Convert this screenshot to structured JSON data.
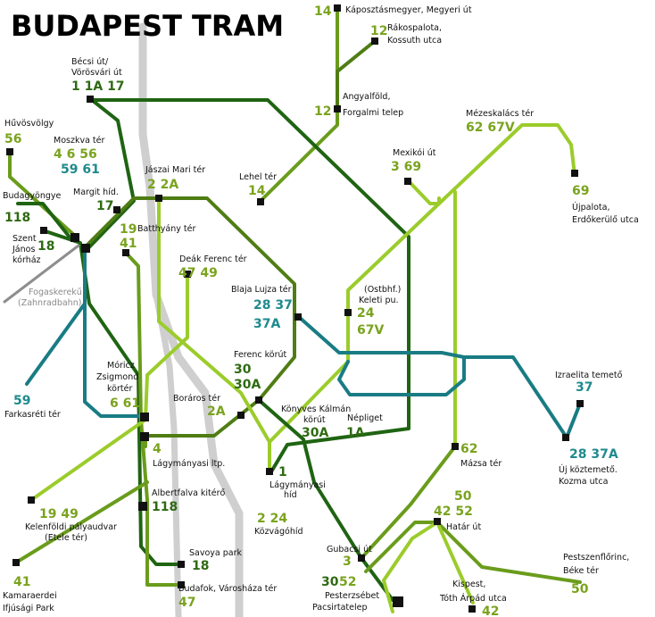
{
  "title": "BUDAPEST TRAM",
  "colors": {
    "light_green": "#9bcc2b",
    "mid_green": "#6a9c1c",
    "dark_green": "#1f6412",
    "olive": "#4f7d14",
    "teal": "#197c84",
    "grey_rail": "#c8c8c8",
    "grey_line": "#8e8e8e",
    "lines_lg_text": "#7aa31e",
    "lines_dg_text": "#2f6a12",
    "lines_teal_text": "#1f8a8e"
  },
  "stops": [
    {
      "id": "kaposztasmegyer",
      "name": [
        "Káposztásmegyer, Megyeri út"
      ],
      "lines": [
        {
          "t": "14",
          "c": "lg"
        }
      ]
    },
    {
      "id": "rakospalota",
      "name": [
        "Rákospalota,",
        "Kossuth utca"
      ],
      "lines": [
        {
          "t": "12",
          "c": "lg"
        }
      ]
    },
    {
      "id": "becsi",
      "name": [
        "Bécsi út/",
        "Vörösvári út"
      ],
      "lines": [
        {
          "t": "1 1A 17",
          "c": "dg"
        }
      ]
    },
    {
      "id": "angyalfold",
      "name": [
        "Angyalföld,",
        "Forgalmi telep"
      ],
      "lines": [
        {
          "t": "12",
          "c": "lg"
        }
      ]
    },
    {
      "id": "hidegkut",
      "name": [
        "Hűvösvölgy"
      ],
      "lines": [
        {
          "t": "56",
          "c": "lg"
        }
      ]
    },
    {
      "id": "moszkva",
      "name": [
        "Moszkva tér"
      ],
      "lines": [
        {
          "t": "4 6 56",
          "c": "lg"
        },
        {
          "t": "59 61",
          "c": "tl"
        }
      ]
    },
    {
      "id": "mezeskalacs",
      "name": [
        "Mézeskalács tér"
      ],
      "lines": [
        {
          "t": "62 67V",
          "c": "lg"
        }
      ]
    },
    {
      "id": "mexikoi",
      "name": [
        "Mexikói út"
      ],
      "lines": [
        {
          "t": "3 69",
          "c": "lg"
        }
      ]
    },
    {
      "id": "jaszai",
      "name": [
        "Jászai Mari tér"
      ],
      "lines": [
        {
          "t": "2 2A",
          "c": "lg"
        }
      ]
    },
    {
      "id": "lehel",
      "name": [
        "Lehel tér"
      ],
      "lines": [
        {
          "t": "14",
          "c": "lg"
        }
      ]
    },
    {
      "id": "margit",
      "name": [
        "Margit híd."
      ],
      "lines": [
        {
          "t": "17",
          "c": "dg"
        }
      ]
    },
    {
      "id": "ujpalota",
      "name": [
        "Újpalota,",
        "Erdőkerülő utca"
      ],
      "lines": [
        {
          "t": "69",
          "c": "lg"
        }
      ]
    },
    {
      "id": "budagyongye",
      "name": [
        "Budagyöngye"
      ],
      "lines": [
        {
          "t": "118",
          "c": "dg"
        }
      ]
    },
    {
      "id": "szentjanos",
      "name": [
        "Szent",
        "János",
        "kórház"
      ],
      "lines": [
        {
          "t": "18",
          "c": "dg"
        }
      ]
    },
    {
      "id": "batthyany",
      "name": [
        "Batthyány tér"
      ],
      "lines": [
        {
          "t": "19",
          "c": "lg"
        },
        {
          "t": "41",
          "c": "lg"
        }
      ]
    },
    {
      "id": "deak",
      "name": [
        "Deák Ferenc tér"
      ],
      "lines": [
        {
          "t": "47 49",
          "c": "lg"
        }
      ]
    },
    {
      "id": "fogaskereku",
      "name": [
        "Fogaskerekű",
        "(Zahnradbahn)"
      ],
      "lines": []
    },
    {
      "id": "blaha",
      "name": [
        "Blaja Lujza tér"
      ],
      "lines": [
        {
          "t": "28 37",
          "c": "tl"
        },
        {
          "t": "37A",
          "c": "tl"
        }
      ]
    },
    {
      "id": "keleti",
      "name": [
        "(Ostbhf.)",
        "Keleti pu."
      ],
      "lines": [
        {
          "t": "24",
          "c": "lg"
        },
        {
          "t": "67V",
          "c": "lg"
        }
      ]
    },
    {
      "id": "ferenc",
      "name": [
        "Ferenc körút"
      ],
      "lines": [
        {
          "t": "30",
          "c": "dg"
        },
        {
          "t": "30A",
          "c": "dg"
        }
      ]
    },
    {
      "id": "moricz",
      "name": [
        "Móricz",
        "Zsigmond",
        "körtér"
      ],
      "lines": [
        {
          "t": "6 61",
          "c": "lg"
        }
      ]
    },
    {
      "id": "izraelita",
      "name": [
        "Izraelita temető"
      ],
      "lines": [
        {
          "t": "37",
          "c": "tl"
        }
      ]
    },
    {
      "id": "farkasreti",
      "name": [
        "Farkasréti tér"
      ],
      "lines": [
        {
          "t": "59",
          "c": "tl"
        }
      ]
    },
    {
      "id": "boraros",
      "name": [
        "Boráros tér"
      ],
      "lines": [
        {
          "t": "2A",
          "c": "lg"
        }
      ]
    },
    {
      "id": "konyves",
      "name": [
        "Könyves Kálmán",
        "körút"
      ],
      "lines": [
        {
          "t": "30A",
          "c": "dg"
        }
      ]
    },
    {
      "id": "nepliget",
      "name": [
        "Népliget"
      ],
      "lines": [
        {
          "t": "1A",
          "c": "dg"
        }
      ]
    },
    {
      "id": "lagymanyosi_ltp",
      "name": [
        "Lágymányasi ltp."
      ],
      "lines": [
        {
          "t": "4",
          "c": "lg"
        }
      ]
    },
    {
      "id": "lagymanyosi_hid",
      "name": [
        "Lágymányasi",
        "híd"
      ],
      "lines": [
        {
          "t": "1",
          "c": "dg"
        }
      ]
    },
    {
      "id": "mazsa",
      "name": [
        "Mázsa tér"
      ],
      "lines": [
        {
          "t": "62",
          "c": "lg"
        }
      ]
    },
    {
      "id": "uj_koztemeto",
      "name": [
        "Új köztemető.",
        "Kozma utca"
      ],
      "lines": [
        {
          "t": "28 37A",
          "c": "tl"
        }
      ]
    },
    {
      "id": "kelenfoldi",
      "name": [
        "Kelenföldi pályaudvar",
        "(Etele tér)"
      ],
      "lines": [
        {
          "t": "19 49",
          "c": "lg"
        }
      ]
    },
    {
      "id": "albertfalva",
      "name": [
        "Albertfalva kitérő"
      ],
      "lines": [
        {
          "t": "118",
          "c": "dg"
        }
      ]
    },
    {
      "id": "kozvagohid",
      "name": [
        "Közvágóhíd"
      ],
      "lines": [
        {
          "t": "2 24",
          "c": "lg"
        }
      ]
    },
    {
      "id": "hatar",
      "name": [
        "Határ út"
      ],
      "lines": [
        {
          "t": "50",
          "c": "lg"
        },
        {
          "t": "42 52",
          "c": "lg"
        }
      ]
    },
    {
      "id": "gubacsi",
      "name": [
        "Gubacsi út"
      ],
      "lines": [
        {
          "t": "3",
          "c": "lg"
        }
      ]
    },
    {
      "id": "savoya",
      "name": [
        "Savoya park"
      ],
      "lines": [
        {
          "t": "18",
          "c": "dg"
        }
      ]
    },
    {
      "id": "pestszenflorinc",
      "name": [
        "Pestszenflőrinc,",
        "Béke tér"
      ],
      "lines": [
        {
          "t": "50",
          "c": "lg"
        }
      ]
    },
    {
      "id": "kamaraerdei",
      "name": [
        "Kamaraerdei",
        "Ifjúsági Park"
      ],
      "lines": [
        {
          "t": "41",
          "c": "lg"
        }
      ]
    },
    {
      "id": "budafok",
      "name": [
        "Budafok, Városháza tér"
      ],
      "lines": [
        {
          "t": "47",
          "c": "lg"
        }
      ]
    },
    {
      "id": "pesterzsebet",
      "name": [
        "Pesterzsébet",
        "Pacsirtatelep"
      ],
      "lines": [
        {
          "t": "30",
          "c": "dg"
        },
        {
          "t": "52",
          "c": "lg"
        }
      ]
    },
    {
      "id": "kispest",
      "name": [
        "Kispest,",
        "Tóth Árpád utca"
      ],
      "lines": [
        {
          "t": "42",
          "c": "lg"
        }
      ]
    }
  ]
}
